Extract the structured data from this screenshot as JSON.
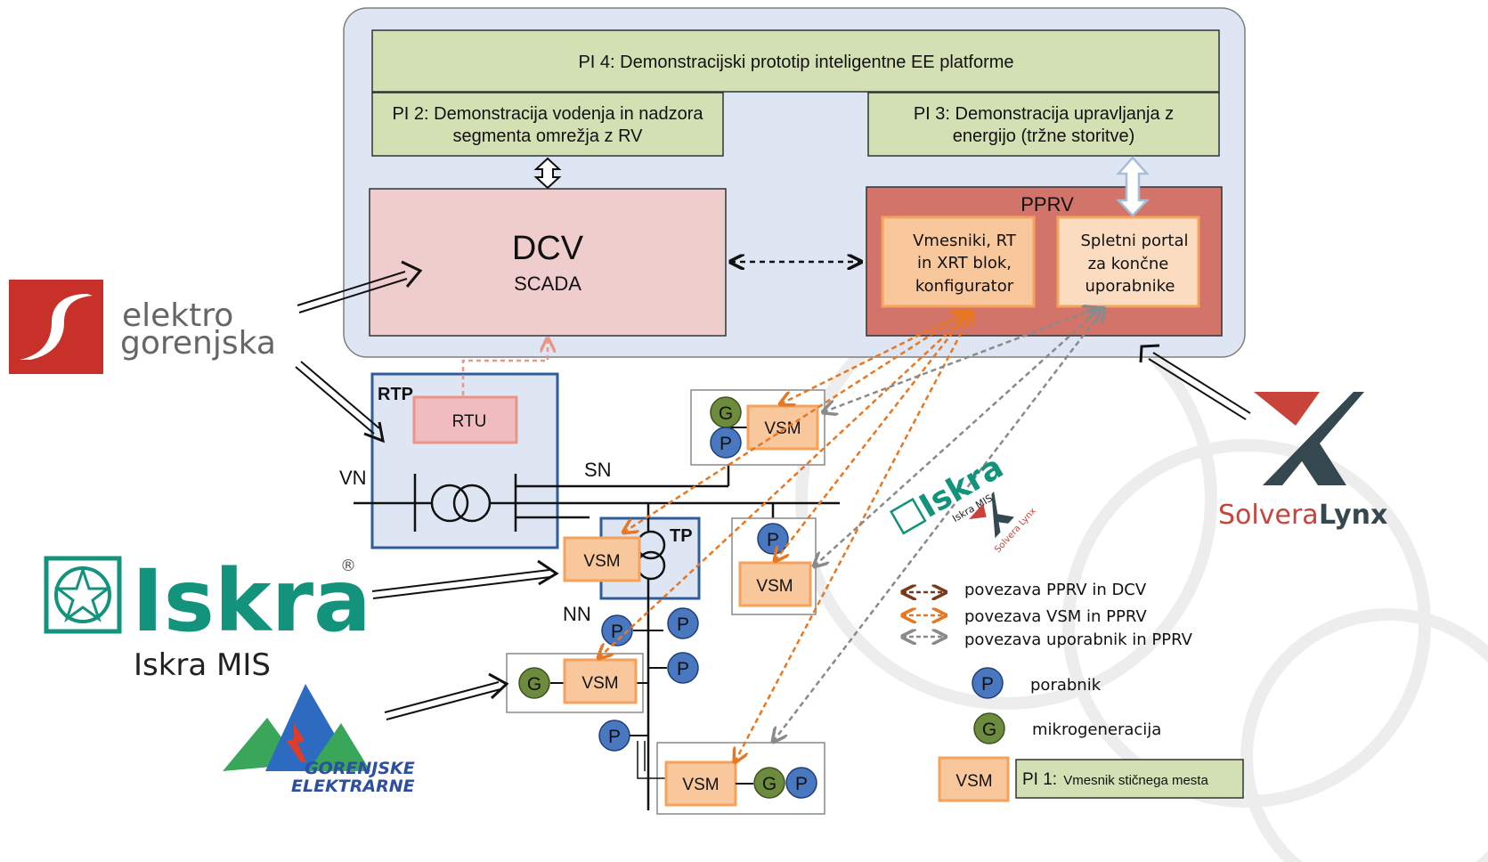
{
  "platform": {
    "pi4_label": "PI 4: Demonstracijski prototip inteligentne EE platforme",
    "pi2_line1": "PI 2: Demonstracija vodenja in nadzora",
    "pi2_line2": "segmenta omrežja z RV",
    "pi3_line1": "PI 3: Demonstracija upravljanja z",
    "pi3_line2": "energijo (tržne storitve)"
  },
  "dcv": {
    "title": "DCV",
    "subtitle": "SCADA"
  },
  "pprv": {
    "title": "PPRV",
    "box1": [
      "Vmesniki, RT",
      "in XRT blok,",
      "konfigurator"
    ],
    "box2": [
      "Spletni portal",
      "za končne",
      "uporabnike"
    ]
  },
  "grid": {
    "rtp": "RTP",
    "rtu": "RTU",
    "vn": "VN",
    "sn": "SN",
    "tp": "TP",
    "nn": "NN",
    "vsm": "VSM",
    "p": "P",
    "g": "G"
  },
  "legend": {
    "dcv_link": "povezava PPRV in DCV",
    "vsm_link": "povezava VSM in PPRV",
    "user_link": "povezava uporabnik in PPRV",
    "consumer": "porabnik",
    "microgen": "mikrogeneracija",
    "vsm": "VSM",
    "pi1_prefix": "PI 1:",
    "pi1_text": "Vmesnik stičnega mesta"
  },
  "logos": {
    "elektro_line1": "elektro",
    "elektro_line2": "gorenjska",
    "iskra": "Iskra",
    "iskra_reg": "®",
    "iskra_mis": "Iskra MIS",
    "ge_line1": "GORENJSKE",
    "ge_line2": "ELEKTRARNE",
    "solvera": "Solvera",
    "lynx": "Lynx",
    "wm_iskra": "Iskra",
    "wm_iskra_mis": "Iskra MIS",
    "wm_solvera": "Solvera Lynx"
  },
  "colors": {
    "green_box": "#d2e0b4",
    "pink_box": "#f0cdcd",
    "pprv_red": "#d27469",
    "orange_box": "#f9c79c",
    "consumer_blue": "#4a78c0",
    "microgen_green": "#6d8b3c",
    "elektro_red": "#c8302a",
    "iskra_teal": "#13937c",
    "solvera_red": "#c8433a",
    "solvera_dark": "#35474f"
  }
}
